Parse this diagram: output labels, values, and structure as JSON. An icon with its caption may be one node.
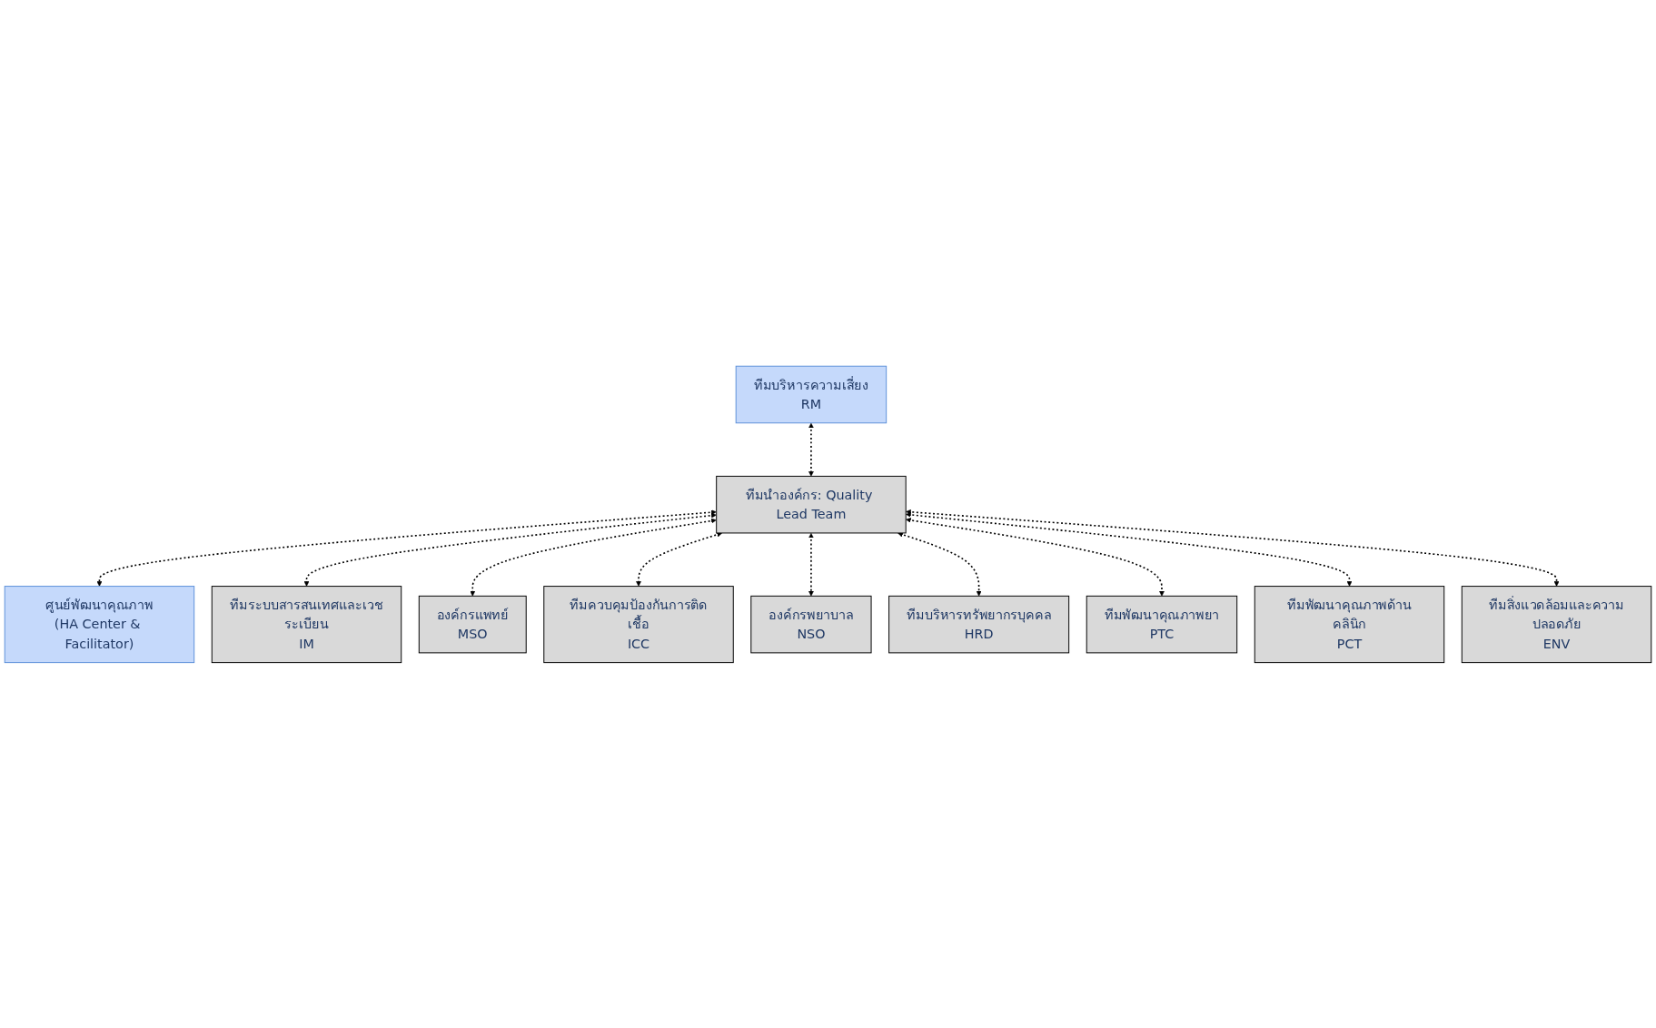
{
  "diagram": {
    "nodes": [
      {
        "text": [
          "ทีมนำองค์กร: Quality Lead Team"
        ]
      },
      {
        "text": [
          "ทีมบริหารความเสี่ยง",
          "RM"
        ]
      },
      {
        "text": [
          "ศูนย์พัฒนาคุณภาพ",
          "(HA Center & Facilitator)"
        ]
      },
      {
        "text": [
          "องค์กรแพทย์",
          "MSO"
        ]
      },
      {
        "text": [
          "องค์กรพยาบาล",
          "NSO"
        ]
      },
      {
        "text": [
          "ทีมบริหารทรัพยากรบุคคล",
          "HRD"
        ]
      },
      {
        "text": [
          "ทีมพัฒนาคุณภาพด้านคลินิก",
          "PCT"
        ]
      },
      {
        "text": [
          "ทีมระบบสารสนเทศและเวชระเบียน",
          "IM"
        ]
      },
      {
        "text": [
          "ทีมควบคุมป้องกันการติดเชื้อ",
          "ICC"
        ]
      },
      {
        "text": [
          "ทีมพัฒนาคุณภาพยา",
          "PTC"
        ]
      },
      {
        "text": [
          "ทีมสิ่งแวดล้อมและความปลอดภัย",
          "ENV"
        ]
      }
    ],
    "edges": [
      {
        "from": 1,
        "to": 0,
        "arrow": "both",
        "style": "dashed"
      },
      {
        "from": 0,
        "to": 2,
        "arrow": "both",
        "style": "dashed"
      },
      {
        "from": 0,
        "to": 7,
        "arrow": "both",
        "style": "dashed"
      },
      {
        "from": 0,
        "to": 3,
        "arrow": "both",
        "style": "dashed"
      },
      {
        "from": 0,
        "to": 8,
        "arrow": "both",
        "style": "dashed"
      },
      {
        "from": 0,
        "to": 4,
        "arrow": "both",
        "style": "dashed"
      },
      {
        "from": 0,
        "to": 5,
        "arrow": "both",
        "style": "dashed"
      },
      {
        "from": 0,
        "to": 9,
        "arrow": "both",
        "style": "dashed"
      },
      {
        "from": 0,
        "to": 6,
        "arrow": "both",
        "style": "dashed"
      },
      {
        "from": 0,
        "to": 10,
        "arrow": "both",
        "style": "dashed"
      }
    ]
  }
}
